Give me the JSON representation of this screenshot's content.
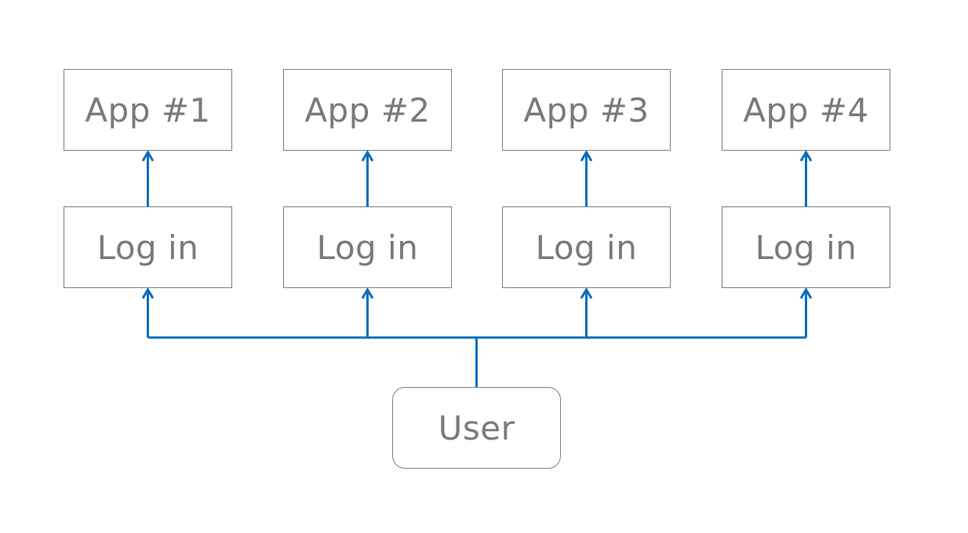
{
  "diagram": {
    "apps": [
      "App #1",
      "App #2",
      "App #3",
      "App #4"
    ],
    "logins": [
      "Log in",
      "Log in",
      "Log in",
      "Log in"
    ],
    "user": "User"
  },
  "colors": {
    "connector": "#0a6ebd",
    "box_border": "#7f7f7f",
    "text": "#7a7a7a",
    "background": "#ffffff"
  }
}
